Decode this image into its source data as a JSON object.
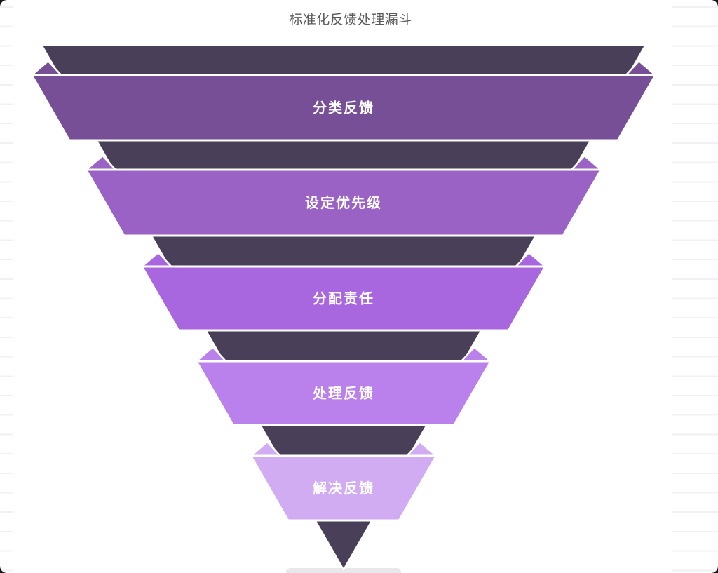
{
  "page": {
    "title": "标准化反馈处理漏斗",
    "title_color": "#5A5A5A",
    "background_color": "#FFFFFF",
    "corner_backdrop_color": "#141414",
    "ruled_line_color": "#F1F1F3",
    "bottom_bar_color": "#E9E7E9"
  },
  "funnel": {
    "cone_color": "#4A3F58",
    "outline_color": "#FFFFFF",
    "label_color": "#FFFFFF",
    "stages": [
      {
        "label": "分类反馈",
        "color": "#764F97"
      },
      {
        "label": "设定优先级",
        "color": "#9A62C5"
      },
      {
        "label": "分配责任",
        "color": "#A867DF"
      },
      {
        "label": "处理反馈",
        "color": "#BA80EC"
      },
      {
        "label": "解决反馈",
        "color": "#D2ACF3"
      }
    ]
  }
}
